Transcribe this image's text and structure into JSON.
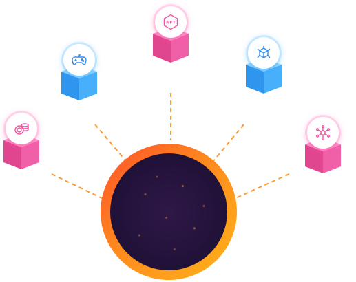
{
  "scene": {
    "center": {
      "name": "core-orb"
    },
    "nodes": [
      {
        "id": "coins",
        "icon": "coins-icon",
        "theme": "pink"
      },
      {
        "id": "gaming",
        "icon": "gamepad-icon",
        "theme": "blue"
      },
      {
        "id": "nft",
        "icon": "nft-icon",
        "label": "NFT",
        "theme": "pink"
      },
      {
        "id": "blockchain",
        "icon": "blockchain-cube-icon",
        "theme": "blue"
      },
      {
        "id": "network",
        "icon": "network-hub-icon",
        "theme": "pink"
      }
    ]
  },
  "colors": {
    "accent_orange": "#ff8a1e",
    "orb_dark": "#22123a",
    "pink_cube": "#f0559f",
    "blue_cube": "#3aa2f5",
    "pink_icon": "#f0559f",
    "blue_icon": "#2f8ff0"
  }
}
